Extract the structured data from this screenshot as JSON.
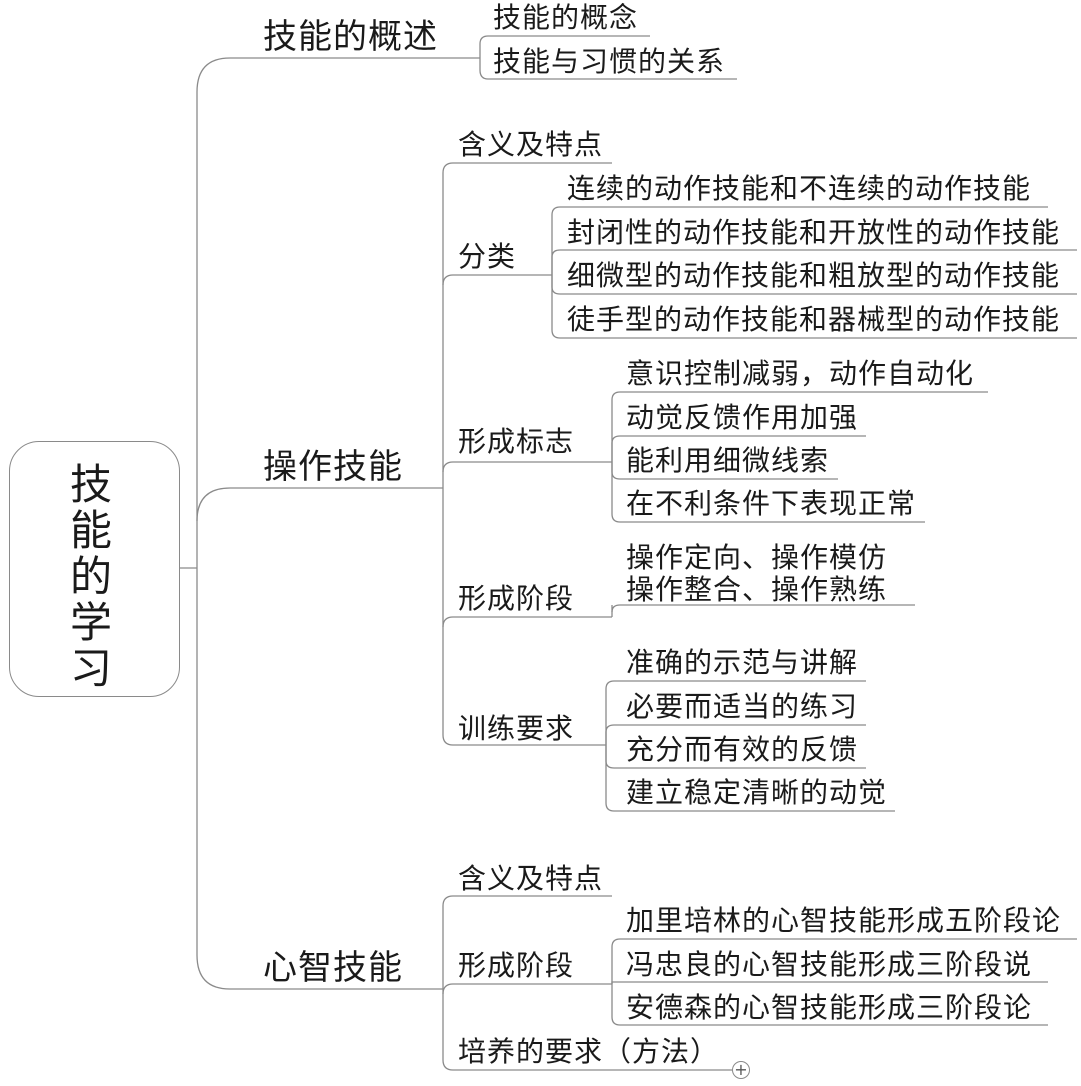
{
  "root": {
    "label": "技能的学习"
  },
  "branches": [
    {
      "label": "技能的概述",
      "children": [
        {
          "label": "技能的概念"
        },
        {
          "label": "技能与习惯的关系"
        }
      ]
    },
    {
      "label": "操作技能",
      "children": [
        {
          "label": "含义及特点"
        },
        {
          "label": "分类",
          "children": [
            "连续的动作技能和不连续的动作技能",
            "封闭性的动作技能和开放性的动作技能",
            "细微型的动作技能和粗放型的动作技能",
            "徒手型的动作技能和器械型的动作技能"
          ]
        },
        {
          "label": "形成标志",
          "children": [
            "意识控制减弱，动作自动化",
            "动觉反馈作用加强",
            "能利用细微线索",
            "在不利条件下表现正常"
          ]
        },
        {
          "label": "形成阶段",
          "children": [
            "操作定向、操作模仿\n操作整合、操作熟练"
          ]
        },
        {
          "label": "训练要求",
          "children": [
            "准确的示范与讲解",
            "必要而适当的练习",
            "充分而有效的反馈",
            "建立稳定清晰的动觉"
          ]
        }
      ]
    },
    {
      "label": "心智技能",
      "children": [
        {
          "label": "含义及特点"
        },
        {
          "label": "形成阶段",
          "children": [
            "加里培林的心智技能形成五阶段论",
            "冯忠良的心智技能形成三阶段说",
            "安德森的心智技能形成三阶段论"
          ]
        },
        {
          "label": "培养的要求（方法）",
          "collapsed_marker": "+"
        }
      ]
    }
  ]
}
